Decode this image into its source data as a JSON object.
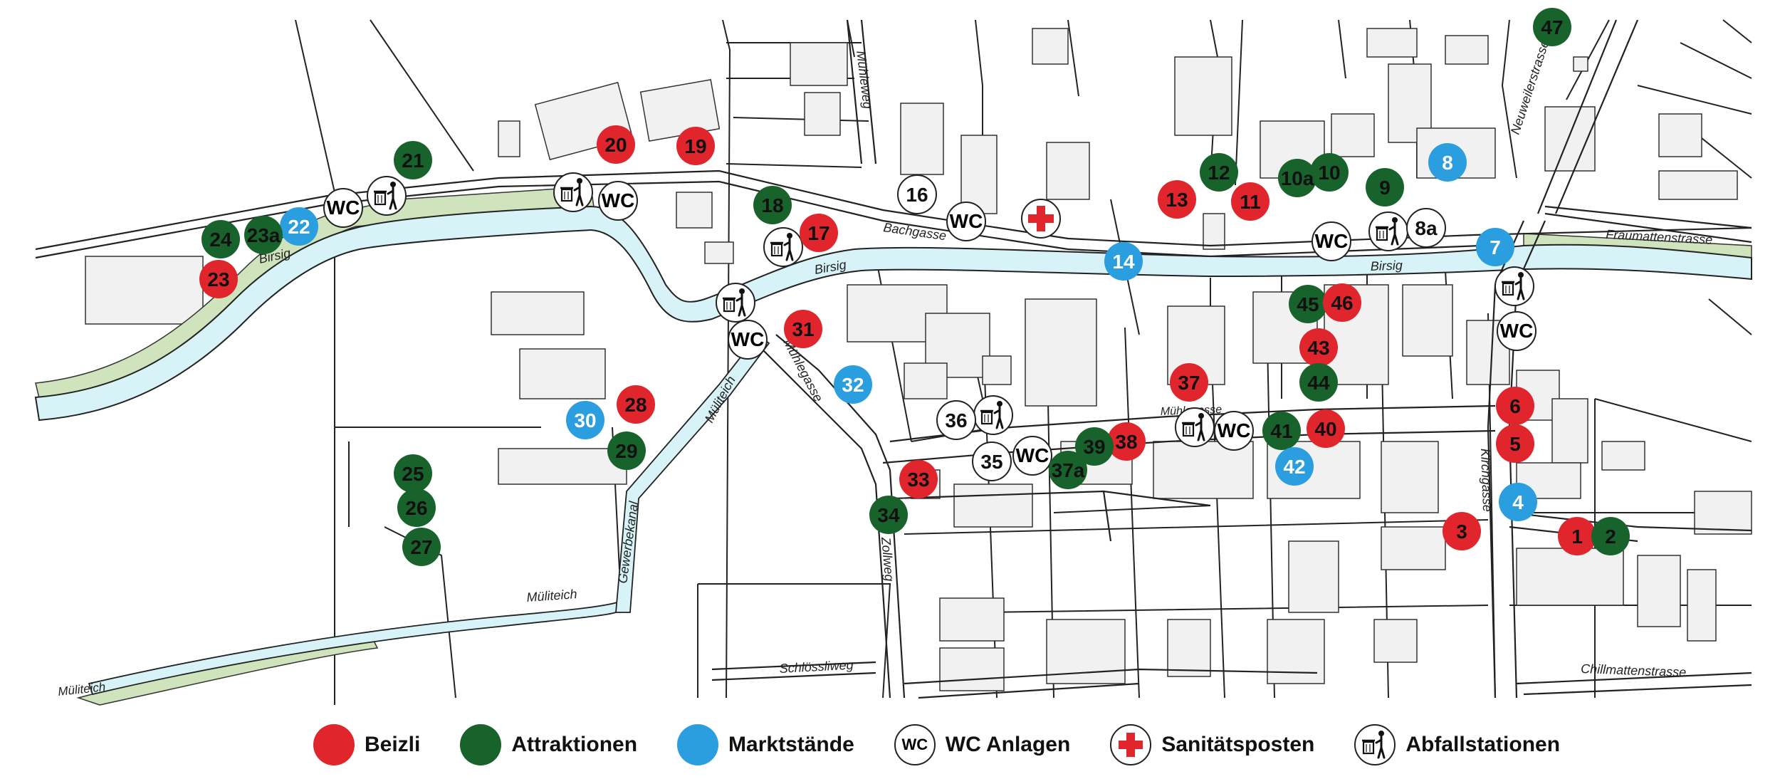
{
  "colors": {
    "beizli": "#e0262c",
    "attraktionen": "#17632b",
    "markt": "#2b9ee0",
    "river": "#d7f3f7",
    "bank": "#cfe4bd"
  },
  "streets": [
    {
      "name": "Mühleweg"
    },
    {
      "name": "Neuweilerstrasse"
    },
    {
      "name": "Fraumattenstrasse"
    },
    {
      "name": "Bachgasse"
    },
    {
      "name": "Birsig"
    },
    {
      "name": "Birsig"
    },
    {
      "name": "Birsig"
    },
    {
      "name": "Mühlegasse"
    },
    {
      "name": "Mühlegasse"
    },
    {
      "name": "Müliteich"
    },
    {
      "name": "Müliteich"
    },
    {
      "name": "Müliteich"
    },
    {
      "name": "Gewerbekanal"
    },
    {
      "name": "Kirchgasse"
    },
    {
      "name": "Zollweg"
    },
    {
      "name": "Schlössliweg"
    },
    {
      "name": "Chillmattenstrasse"
    }
  ],
  "markers": [
    {
      "label": "1",
      "cat": "beizli"
    },
    {
      "label": "2",
      "cat": "attraktionen"
    },
    {
      "label": "3",
      "cat": "beizli"
    },
    {
      "label": "4",
      "cat": "markt"
    },
    {
      "label": "5",
      "cat": "beizli"
    },
    {
      "label": "6",
      "cat": "beizli"
    },
    {
      "label": "7",
      "cat": "markt"
    },
    {
      "label": "8",
      "cat": "markt"
    },
    {
      "label": "8a",
      "cat": "plain"
    },
    {
      "label": "9",
      "cat": "attraktionen"
    },
    {
      "label": "10",
      "cat": "attraktionen"
    },
    {
      "label": "10a",
      "cat": "attraktionen"
    },
    {
      "label": "11",
      "cat": "beizli"
    },
    {
      "label": "12",
      "cat": "attraktionen"
    },
    {
      "label": "13",
      "cat": "beizli"
    },
    {
      "label": "14",
      "cat": "markt"
    },
    {
      "label": "16",
      "cat": "plain"
    },
    {
      "label": "17",
      "cat": "beizli"
    },
    {
      "label": "18",
      "cat": "attraktionen"
    },
    {
      "label": "19",
      "cat": "beizli"
    },
    {
      "label": "20",
      "cat": "beizli"
    },
    {
      "label": "21",
      "cat": "attraktionen"
    },
    {
      "label": "22",
      "cat": "markt"
    },
    {
      "label": "23",
      "cat": "beizli"
    },
    {
      "label": "23a",
      "cat": "attraktionen"
    },
    {
      "label": "24",
      "cat": "attraktionen"
    },
    {
      "label": "25",
      "cat": "attraktionen"
    },
    {
      "label": "26",
      "cat": "attraktionen"
    },
    {
      "label": "27",
      "cat": "attraktionen"
    },
    {
      "label": "28",
      "cat": "beizli"
    },
    {
      "label": "29",
      "cat": "attraktionen"
    },
    {
      "label": "30",
      "cat": "markt"
    },
    {
      "label": "31",
      "cat": "beizli"
    },
    {
      "label": "32",
      "cat": "markt"
    },
    {
      "label": "33",
      "cat": "beizli"
    },
    {
      "label": "34",
      "cat": "attraktionen"
    },
    {
      "label": "35",
      "cat": "plain"
    },
    {
      "label": "36",
      "cat": "plain"
    },
    {
      "label": "37",
      "cat": "beizli"
    },
    {
      "label": "37a",
      "cat": "attraktionen"
    },
    {
      "label": "38",
      "cat": "beizli"
    },
    {
      "label": "39",
      "cat": "attraktionen"
    },
    {
      "label": "40",
      "cat": "beizli"
    },
    {
      "label": "41",
      "cat": "attraktionen"
    },
    {
      "label": "42",
      "cat": "markt"
    },
    {
      "label": "43",
      "cat": "beizli"
    },
    {
      "label": "44",
      "cat": "attraktionen"
    },
    {
      "label": "45",
      "cat": "attraktionen"
    },
    {
      "label": "46",
      "cat": "beizli"
    },
    {
      "label": "47",
      "cat": "attraktionen"
    }
  ],
  "wc_label": "WC",
  "legend": [
    {
      "key": "beizli",
      "label": "Beizli"
    },
    {
      "key": "attraktionen",
      "label": "Attraktionen"
    },
    {
      "key": "markt",
      "label": "Marktstände"
    },
    {
      "key": "wc",
      "label": "WC Anlagen",
      "symbol": "WC"
    },
    {
      "key": "sani",
      "label": "Sanitätsposten",
      "icon": "red-cross-icon"
    },
    {
      "key": "abfall",
      "label": "Abfallstationen",
      "icon": "waste-bin-icon"
    }
  ]
}
